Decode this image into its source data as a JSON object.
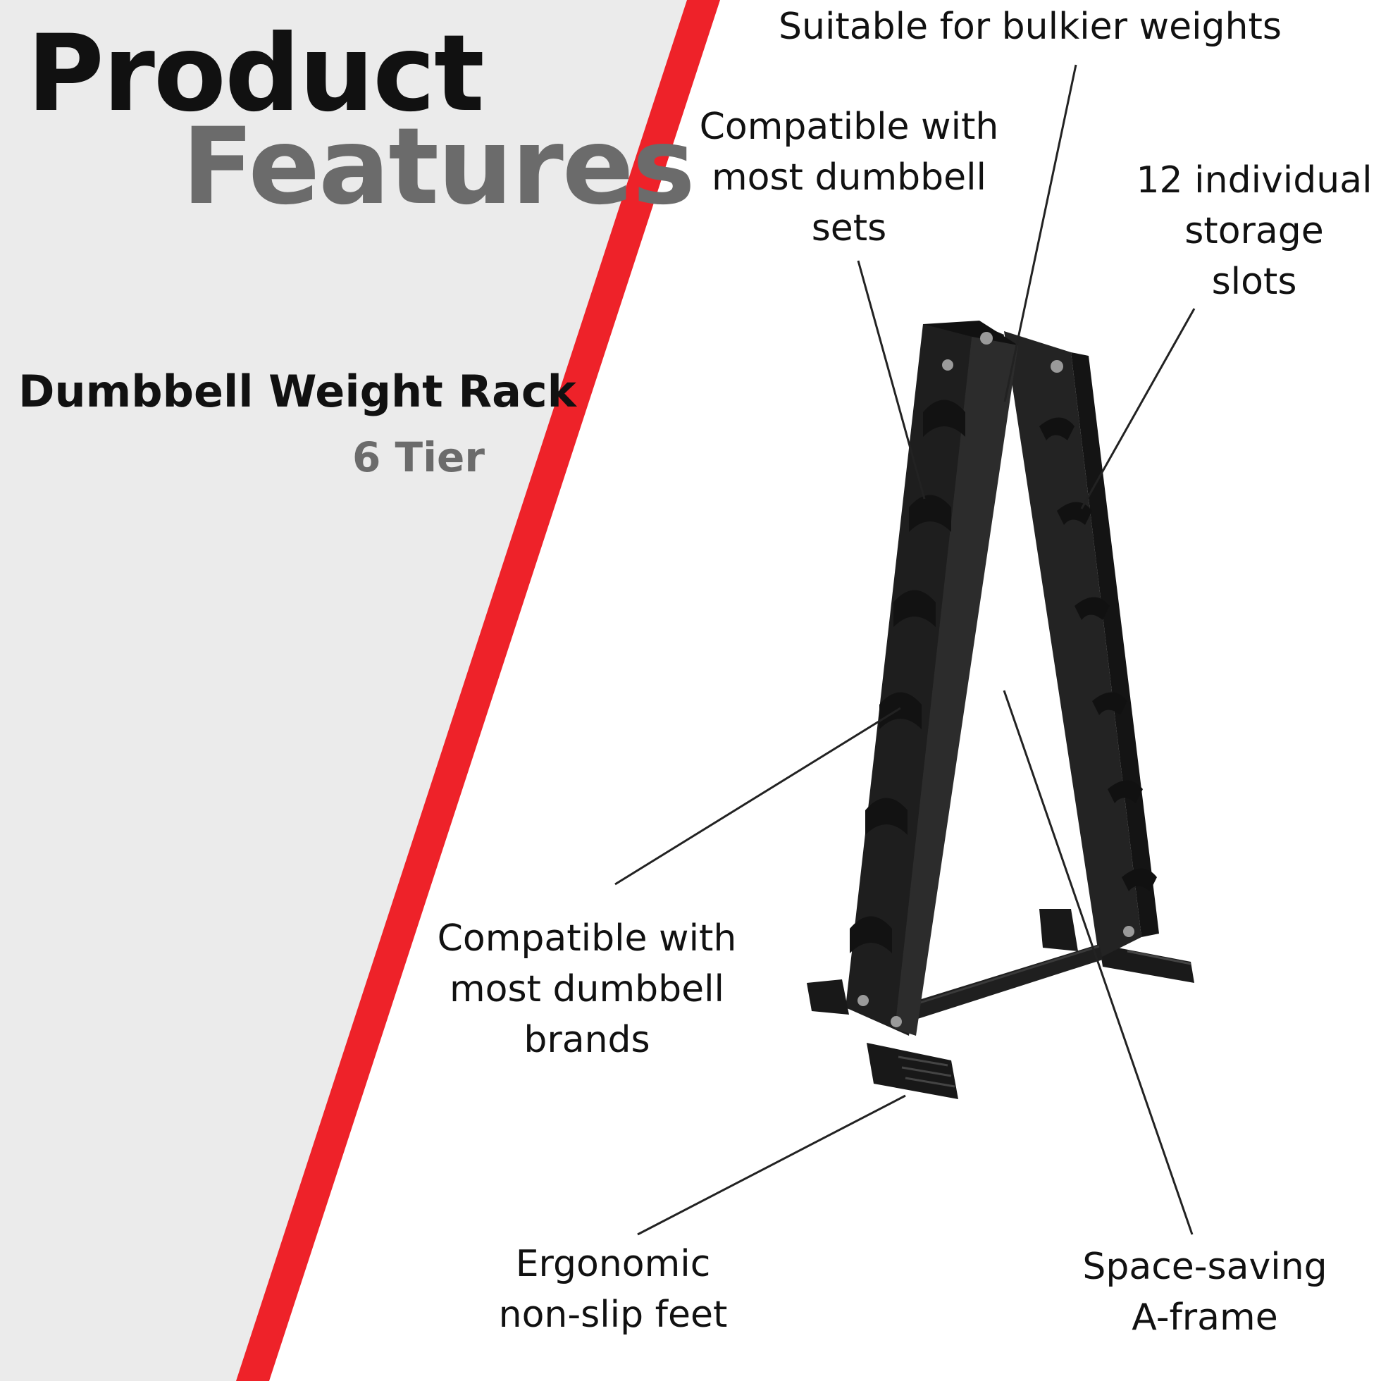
{
  "header": {
    "title_line1": "Product",
    "title_line2": "Features"
  },
  "product": {
    "name": "Dumbbell Weight Rack",
    "variant": "6 Tier"
  },
  "callouts": {
    "bulkier": "Suitable for bulkier weights",
    "sets": [
      "Compatible with",
      "most dumbbell",
      "sets"
    ],
    "slots": [
      "12 individual",
      "storage",
      "slots"
    ],
    "brands": [
      "Compatible with",
      "most dumbbell",
      "brands"
    ],
    "feet": [
      "Ergonomic",
      "non-slip feet"
    ],
    "frame": [
      "Space-saving",
      "A-frame"
    ]
  },
  "colors": {
    "left_panel": "#ebebeb",
    "accent_stripe": "#ee2229",
    "title_gray": "#6b6b6b",
    "text": "#111111",
    "rack": "#1e1e1e"
  }
}
